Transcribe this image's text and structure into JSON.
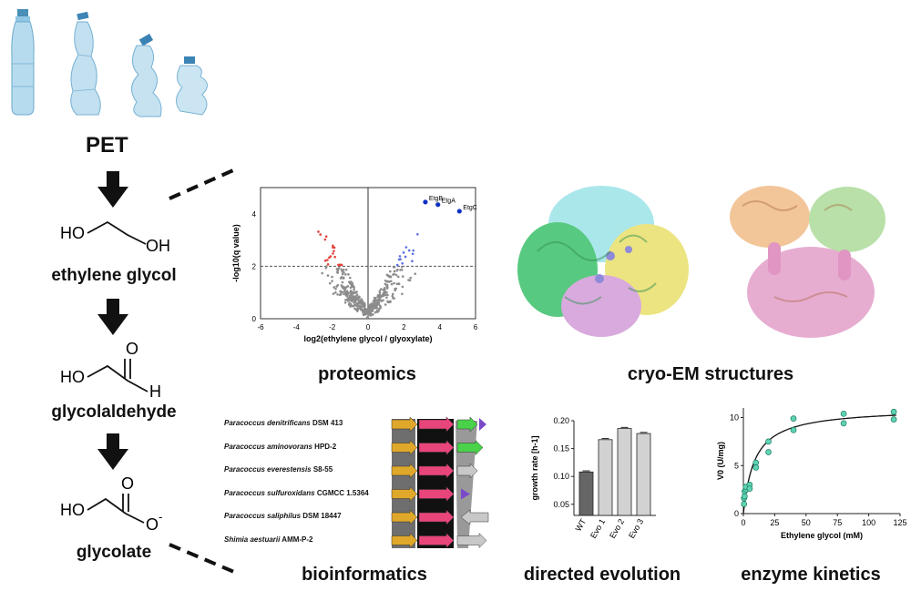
{
  "pathway": {
    "pet_label": "PET",
    "compounds": [
      "ethylene glycol",
      "glycolaldehyde",
      "glycolate"
    ],
    "atoms": {
      "ho": "HO",
      "oh": "OH",
      "o": "O",
      "h": "H",
      "ominus": "O",
      "minus": "-"
    }
  },
  "panels": {
    "proteomics": "proteomics",
    "cryo_em": "cryo-EM structures",
    "bioinformatics": "bioinformatics",
    "directed_evolution": "directed evolution",
    "enzyme_kinetics": "enzyme kinetics"
  },
  "bioinformatics": {
    "organisms": [
      {
        "name": "Paracoccus denitrificans",
        "strain": " DSM 413"
      },
      {
        "name": "Paracoccus aminovorans",
        "strain": " HPD-2"
      },
      {
        "name": "Paracoccus everestensis",
        "strain": " S8-55"
      },
      {
        "name": "Paracoccus sulfuroxidans",
        "strain": " CGMCC 1.5364"
      },
      {
        "name": "Paracoccus saliphilus",
        "strain": " DSM 18447"
      },
      {
        "name": "Shimia aestuarii",
        "strain": " AMM-P-2"
      }
    ]
  },
  "chart_data": [
    {
      "type": "scatter",
      "name": "volcano",
      "xlabel": "log2(ethylene glycol / glyoxylate)",
      "ylabel": "-log10(q value)",
      "xlim": [
        -6,
        6
      ],
      "ylim": [
        0,
        5
      ],
      "xticks": [
        "-6",
        "-4",
        "-2",
        "0",
        "2",
        "4",
        "6"
      ],
      "yticks": [
        "0",
        "2",
        "4"
      ],
      "threshold_y": 2,
      "labeled_points": [
        {
          "label": "EtgB",
          "x": 3.2,
          "y": 4.45
        },
        {
          "label": "EtgA",
          "x": 3.9,
          "y": 4.35
        },
        {
          "label": "EtgC",
          "x": 5.1,
          "y": 4.1
        }
      ],
      "colors": {
        "down": "#e0443c",
        "up": "#5a6ee0",
        "highlight": "#1030c0",
        "other": "#8c8c8c"
      }
    },
    {
      "type": "bar",
      "name": "growth",
      "categories": [
        "WT",
        "Evo 1",
        "Evo 2",
        "Evo 3"
      ],
      "values": [
        0.108,
        0.166,
        0.186,
        0.177
      ],
      "errors": [
        0.002,
        0.002,
        0.002,
        0.002
      ],
      "ylabel": "growth rate [h-1]",
      "ylim": [
        0.03,
        0.2
      ],
      "yticks": [
        "0.05",
        "0.10",
        "0.15",
        "0.20"
      ],
      "colors": [
        "#666666",
        "#d2d2d2",
        "#d2d2d2",
        "#d2d2d2"
      ]
    },
    {
      "type": "scatter",
      "name": "kinetics",
      "xlabel": "Ethylene glycol (mM)",
      "ylabel": "V0 (U/mg)",
      "xlim": [
        0,
        125
      ],
      "ylim": [
        0,
        11
      ],
      "xticks": [
        "0",
        "25",
        "50",
        "75",
        "100",
        "125"
      ],
      "yticks": [
        "0",
        "5",
        "10"
      ],
      "points": [
        [
          0.5,
          1.0
        ],
        [
          0.5,
          1.6
        ],
        [
          1,
          1.8
        ],
        [
          1,
          2.3
        ],
        [
          2,
          2.5
        ],
        [
          2,
          2.8
        ],
        [
          5,
          3.0
        ],
        [
          5,
          2.6
        ],
        [
          10,
          5.3
        ],
        [
          10,
          4.8
        ],
        [
          20,
          7.5
        ],
        [
          20,
          6.4
        ],
        [
          40,
          9.9
        ],
        [
          40,
          8.7
        ],
        [
          80,
          10.4
        ],
        [
          80,
          9.4
        ],
        [
          120,
          10.6
        ],
        [
          120,
          9.8
        ]
      ],
      "fit": {
        "vmax": 11.0,
        "km": 9.0
      },
      "color": "#5fd3b4"
    }
  ]
}
